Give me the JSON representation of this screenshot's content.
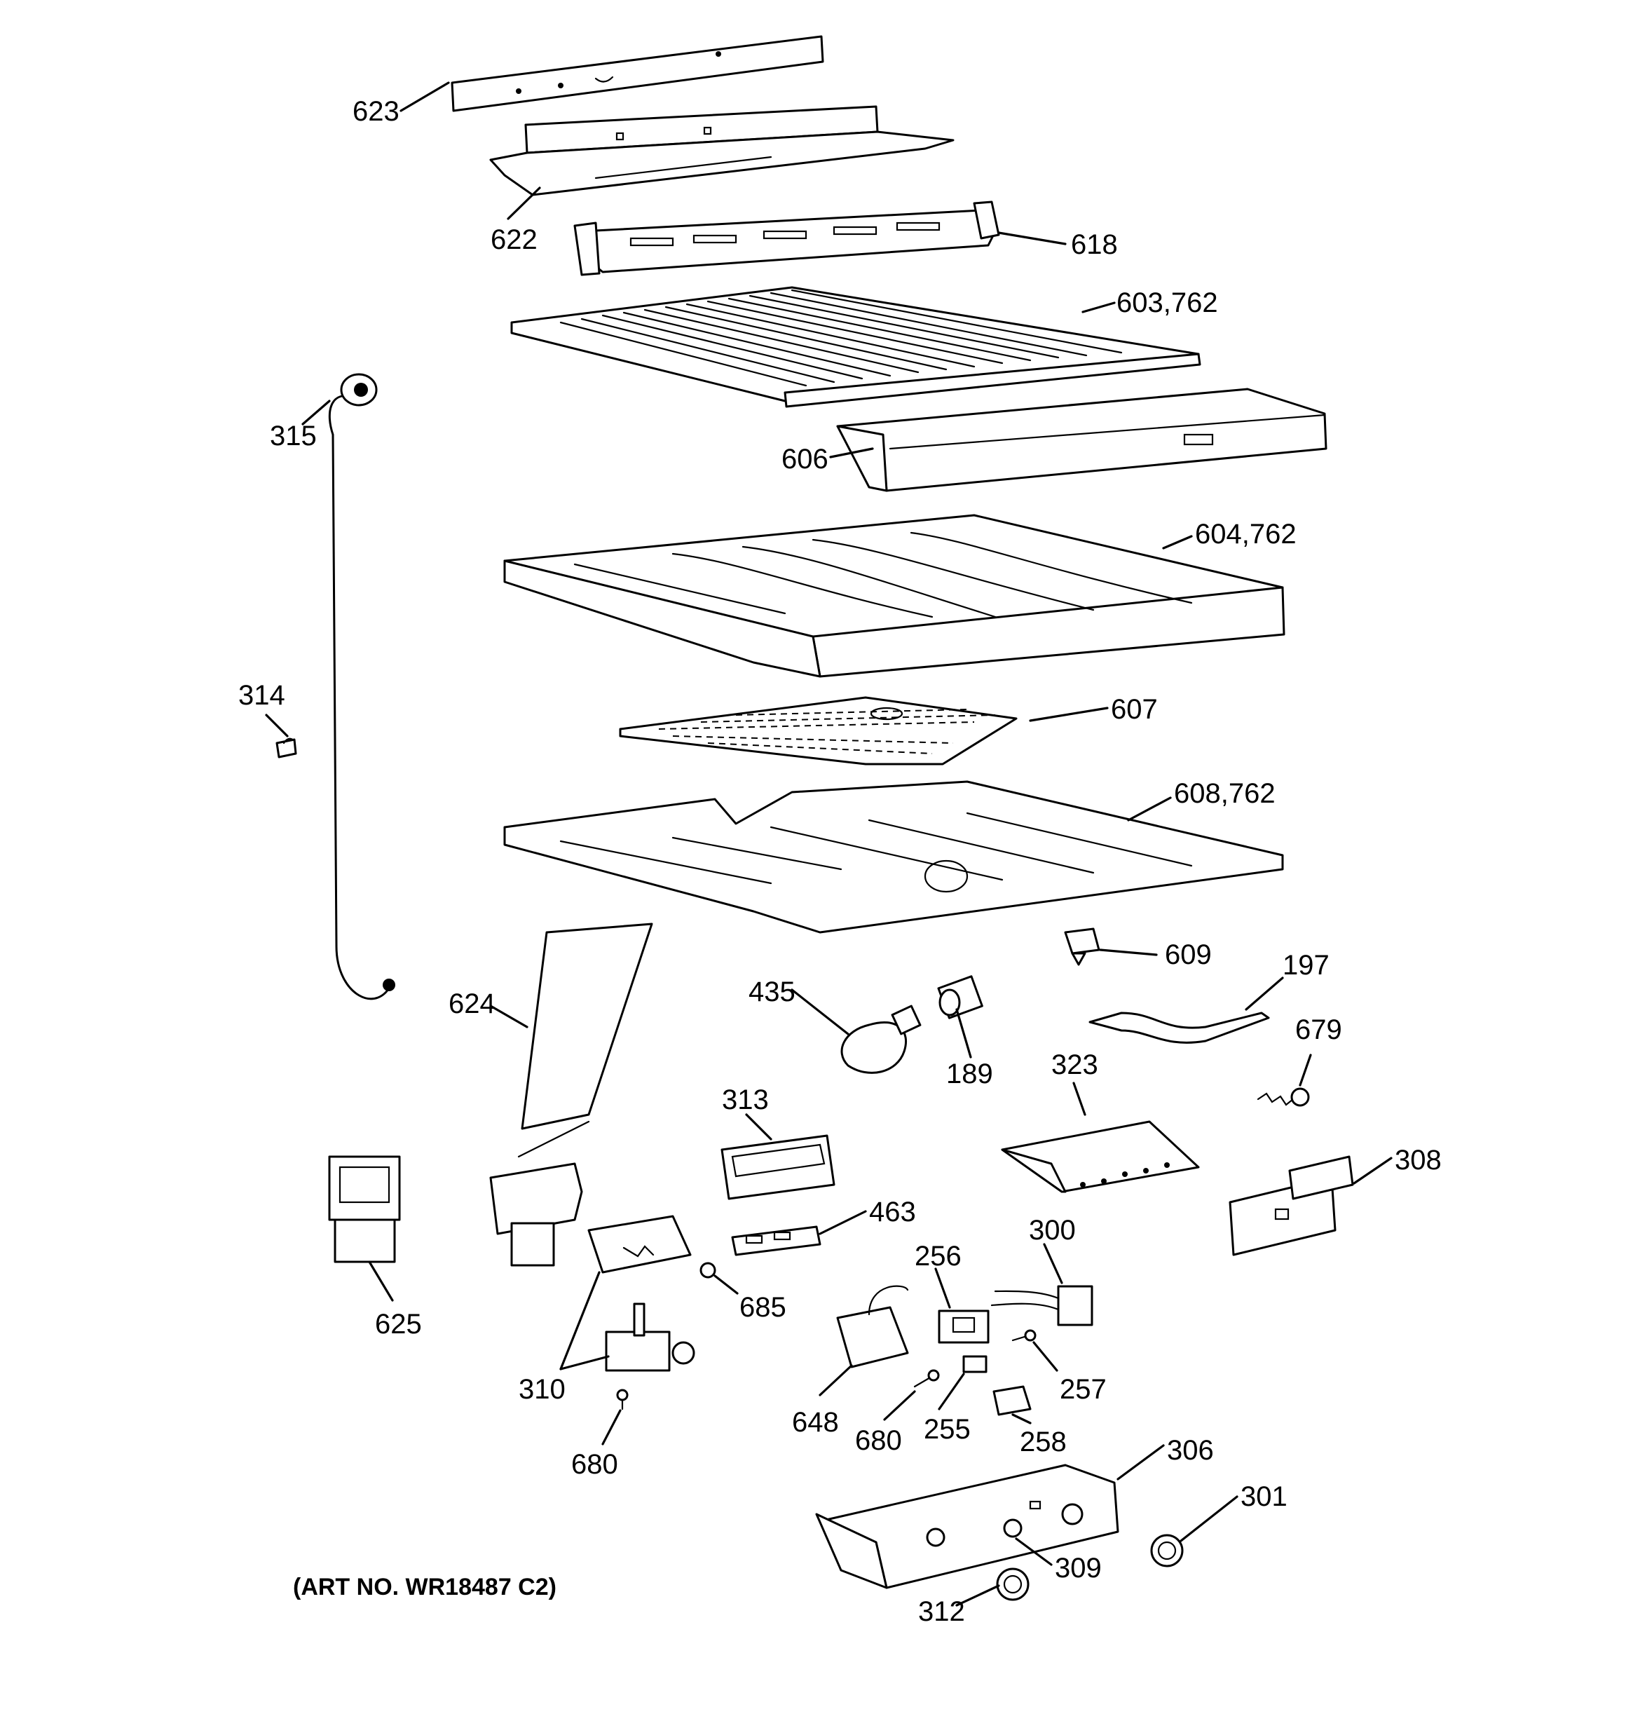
{
  "art_number": "(ART NO. WR18487 C2)",
  "callouts": [
    {
      "id": "p623",
      "label": "623"
    },
    {
      "id": "p622",
      "label": "622"
    },
    {
      "id": "p618",
      "label": "618"
    },
    {
      "id": "p603",
      "label": "603,762"
    },
    {
      "id": "p315",
      "label": "315"
    },
    {
      "id": "p606",
      "label": "606"
    },
    {
      "id": "p604",
      "label": "604,762"
    },
    {
      "id": "p314",
      "label": "314"
    },
    {
      "id": "p607",
      "label": "607"
    },
    {
      "id": "p608",
      "label": "608,762"
    },
    {
      "id": "p609",
      "label": "609"
    },
    {
      "id": "p197",
      "label": "197"
    },
    {
      "id": "p624",
      "label": "624"
    },
    {
      "id": "p435",
      "label": "435"
    },
    {
      "id": "p189",
      "label": "189"
    },
    {
      "id": "p679",
      "label": "679"
    },
    {
      "id": "p323",
      "label": "323"
    },
    {
      "id": "p313",
      "label": "313"
    },
    {
      "id": "p308",
      "label": "308"
    },
    {
      "id": "p463",
      "label": "463"
    },
    {
      "id": "p300",
      "label": "300"
    },
    {
      "id": "p256",
      "label": "256"
    },
    {
      "id": "p625",
      "label": "625"
    },
    {
      "id": "p685",
      "label": "685"
    },
    {
      "id": "p257",
      "label": "257"
    },
    {
      "id": "p310",
      "label": "310"
    },
    {
      "id": "p648",
      "label": "648"
    },
    {
      "id": "p680a",
      "label": "680"
    },
    {
      "id": "p255",
      "label": "255"
    },
    {
      "id": "p258",
      "label": "258"
    },
    {
      "id": "p680b",
      "label": "680"
    },
    {
      "id": "p306",
      "label": "306"
    },
    {
      "id": "p301",
      "label": "301"
    },
    {
      "id": "p309",
      "label": "309"
    },
    {
      "id": "p312",
      "label": "312"
    }
  ]
}
